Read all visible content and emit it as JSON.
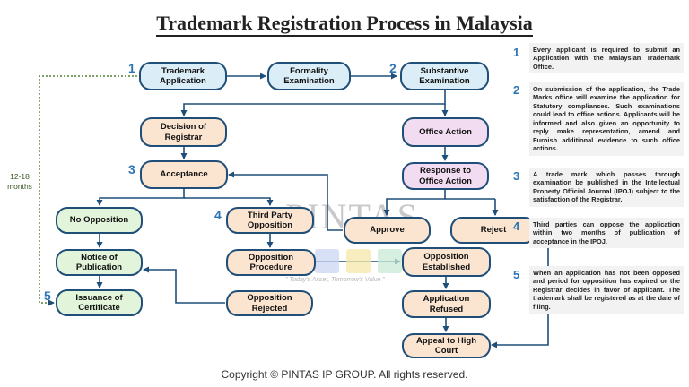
{
  "title": "Trademark Registration Process in Malaysia",
  "nodes": {
    "trademark_application": "Trademark Application",
    "formality_examination": "Formality Examination",
    "substantive_examination": "Substantive Examination",
    "decision_of_registrar": "Decision of Registrar",
    "office_action": "Office Action",
    "acceptance": "Acceptance",
    "response_to_office_action": "Response to Office Action",
    "no_opposition": "No Opposition",
    "third_party_opposition": "Third Party Opposition",
    "approve": "Approve",
    "reject": "Reject",
    "notice_of_publication": "Notice of Publication",
    "opposition_procedure": "Opposition Procedure",
    "opposition_established": "Opposition Established",
    "issuance_of_certificate": "Issuance of Certificate",
    "opposition_rejected": "Opposition Rejected",
    "application_refused": "Application Refused",
    "appeal_to_high_court": "Appeal to High Court"
  },
  "step_numbers": {
    "n1": "1",
    "n2": "2",
    "n3": "3",
    "n4": "4",
    "n5": "5"
  },
  "duration_label": "12-18 months",
  "notes": [
    {
      "number": "1",
      "text": "Every applicant is required to submit an Application with the Malaysian Trademark Office."
    },
    {
      "number": "2",
      "text": "On submission of the application, the Trade Marks office will examine the application for Statutory compliances. Such examinations could lead to office actions. Applicants will be informed and also given an opportunity to reply make representation, amend and Furnish additional evidence to such office actions."
    },
    {
      "number": "3",
      "text": "A trade mark which passes through examination be published in the Intellectual Property Official Journal (IPOJ) subject to the satisfaction of the Registrar."
    },
    {
      "number": "4",
      "text": "Third parties can oppose the application within two months of publication of acceptance in the IPOJ."
    },
    {
      "number": "5",
      "text": "When an application has not been opposed and period for opposition has expired or the Registrar decides in favor of applicant. The trademark shall be registered as at the date of filing."
    }
  ],
  "watermark": "PINTAS",
  "slogan": "\" Today's Asset, Tomorrow's Value \"",
  "copyright": "Copyright © PINTAS IP GROUP. All rights reserved."
}
